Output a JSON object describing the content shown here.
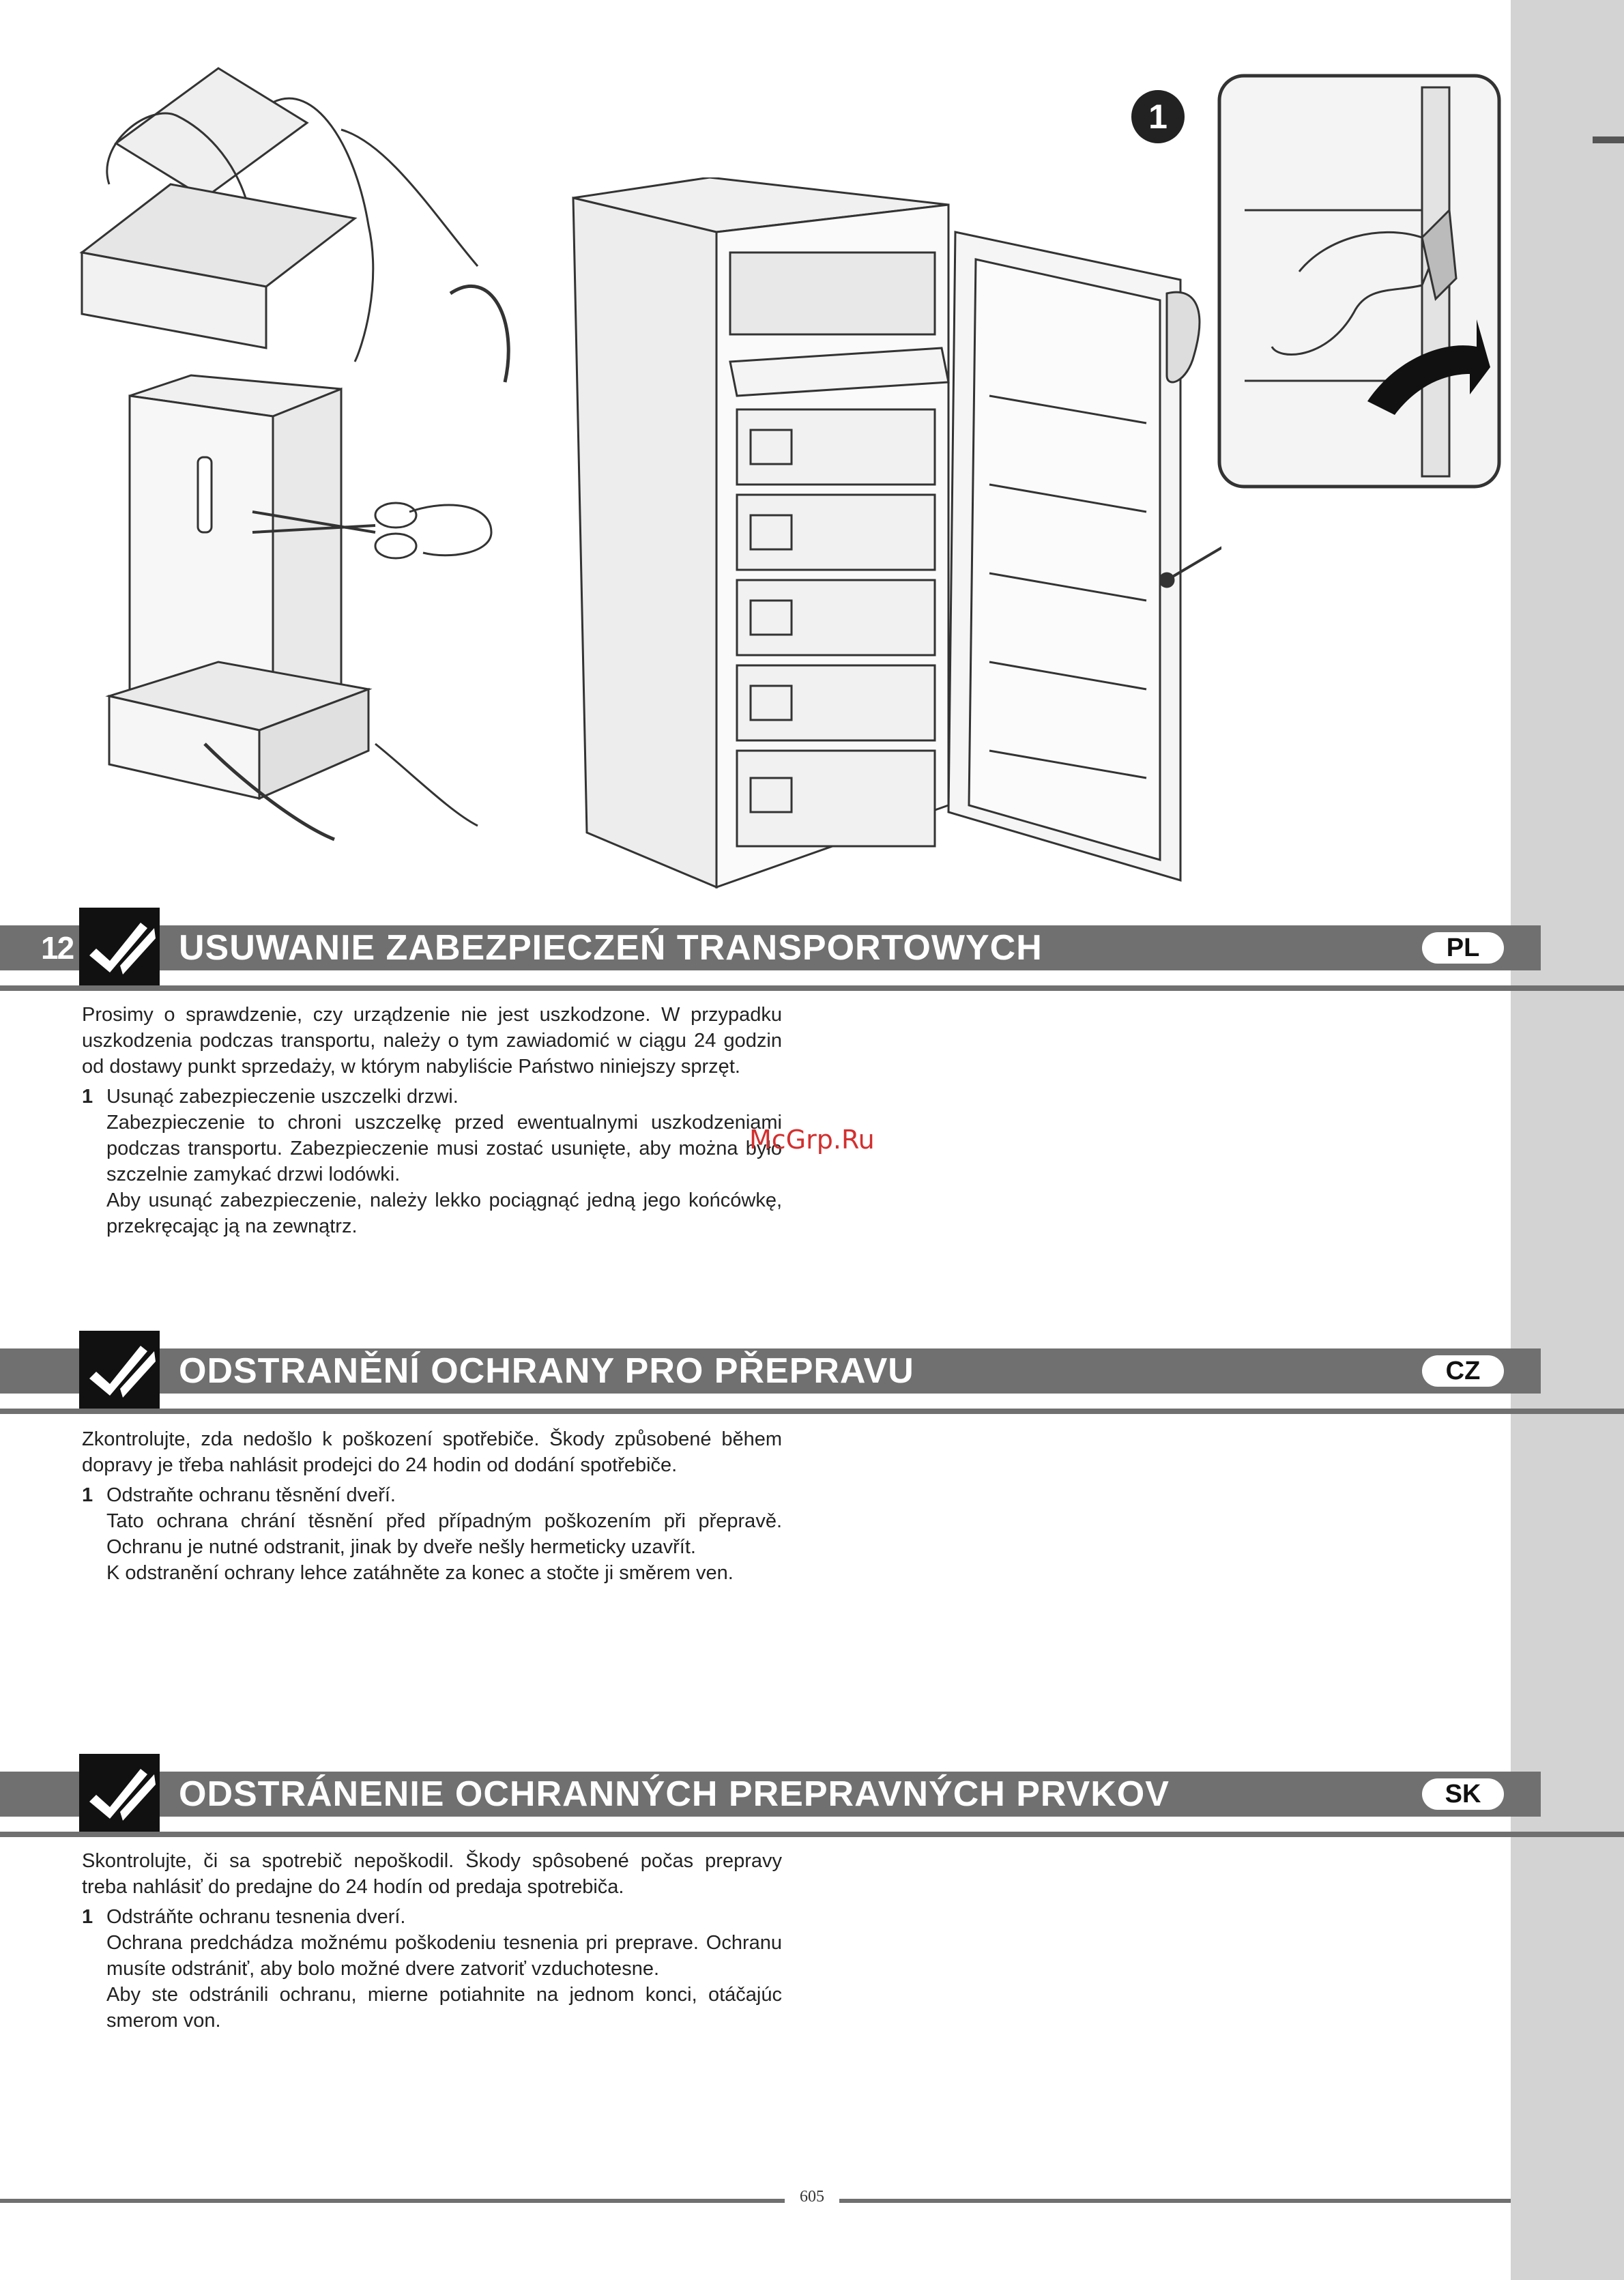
{
  "page": {
    "page_number": "12",
    "footer_number": "605",
    "watermark": "McGrp.Ru",
    "step_marker": "1"
  },
  "sections": [
    {
      "title": "USUWANIE ZABEZPIECZEŃ TRANSPORTOWYCH",
      "lang": "PL",
      "intro": "Prosimy o sprawdzenie, czy urządzenie nie jest uszkodzone. W przypadku uszkodzenia podczas transportu, należy o tym zawiadomić w ciągu 24 godzin od dostawy punkt sprzedaży, w którym nabyliście Państwo niniejszy sprzęt.",
      "item_number": "1",
      "item_text": "Usunąć zabezpieczenie uszczelki drzwi.",
      "para1": "Zabezpieczenie to chroni uszczelkę przed ewentualnymi uszkodzeniami podczas transportu. Zabezpieczenie musi zostać usunięte, aby można było szczelnie zamykać drzwi lodówki.",
      "para2": "Aby usunąć zabezpieczenie, należy lekko pociągnąć jedną jego końcówkę, przekręcając ją na zewnątrz."
    },
    {
      "title": "ODSTRANĚNÍ OCHRANY PRO PŘEPRAVU",
      "lang": "CZ",
      "intro": "Zkontrolujte, zda nedošlo k poškození spotřebiče. Škody způsobené během dopravy je třeba nahlásit prodejci do 24 hodin od dodání spotřebiče.",
      "item_number": "1",
      "item_text": "Odstraňte ochranu těsnění dveří.",
      "para1": "Tato ochrana chrání těsnění před případným poškozením při přepravě. Ochranu je nutné odstranit, jinak by dveře nešly hermeticky uzavřít.",
      "para2": "K odstranění ochrany lehce zatáhněte za konec a stočte ji směrem ven."
    },
    {
      "title": "ODSTRÁNENIE OCHRANNÝCH PREPRAVNÝCH  PRVKOV",
      "lang": "SK",
      "intro": "Skontrolujte, či sa spotrebič nepoškodil. Škody spôsobené počas prepravy treba nahlásiť do predajne do 24 hodín od predaja spotrebiča.",
      "item_number": "1",
      "item_text": "Odstráňte ochranu tesnenia dverí.",
      "para1": "Ochrana predchádza možnému poškodeniu tesnenia pri preprave. Ochranu musíte odstrániť, aby bolo možné dvere zatvoriť vzduchotesne.",
      "para2": "Aby ste odstránili ochranu, mierne potiahnite na jednom konci, otáčajúc smerom von."
    }
  ],
  "illustrations": {
    "left": "unpacking-illustration",
    "right": "freezer-open-door-illustration",
    "detail": "door-seal-detail-illustration"
  }
}
